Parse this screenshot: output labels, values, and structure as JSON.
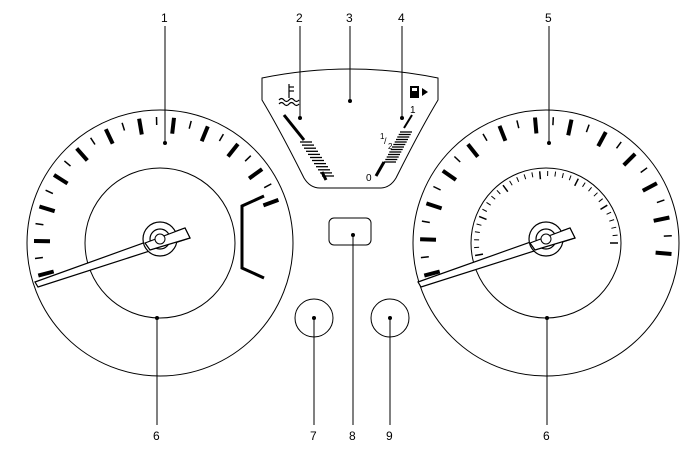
{
  "callouts": {
    "c1": "1",
    "c2": "2",
    "c3": "3",
    "c4": "4",
    "c5": "5",
    "c6_left": "6",
    "c6_right": "6",
    "c7": "7",
    "c8": "8",
    "c9": "9"
  },
  "fuel_gauge": {
    "full_label": "1",
    "half_label_num": "1",
    "half_label_den": "2",
    "empty_label": "0"
  },
  "icons": {
    "temperature": "coolant-temperature-icon",
    "fuel": "fuel-pump-icon"
  },
  "colors": {
    "line": "#000000",
    "background": "#ffffff"
  }
}
